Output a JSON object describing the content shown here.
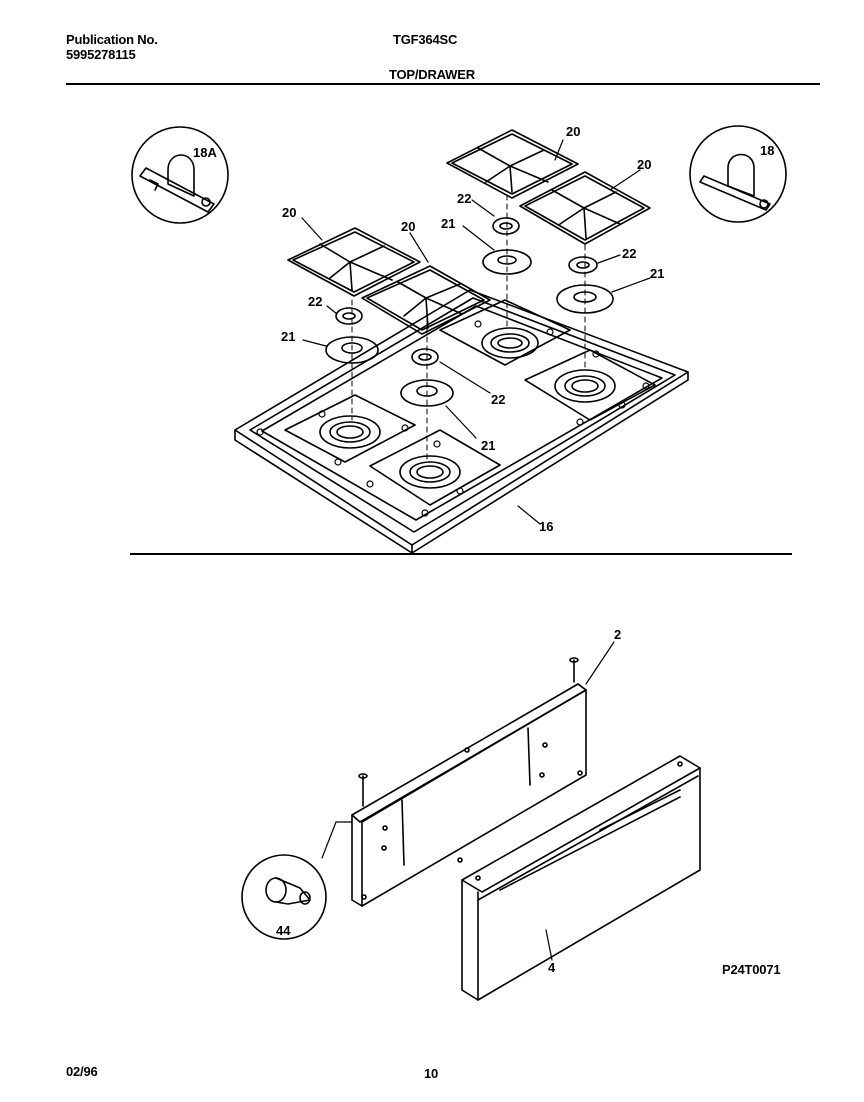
{
  "header": {
    "publication_label": "Publication No.",
    "publication_number": "5995278115",
    "model": "TGF364SC",
    "section_title": "TOP/DRAWER"
  },
  "footer": {
    "date": "02/96",
    "page_number": "10"
  },
  "figure_code": "P24T0071",
  "callouts": {
    "c18A": "18A",
    "c18": "18",
    "c20a": "20",
    "c20b": "20",
    "c20c": "20",
    "c20d": "20",
    "c21a": "21",
    "c21b": "21",
    "c21c": "21",
    "c21d": "21",
    "c22a": "22",
    "c22b": "22",
    "c22c": "22",
    "c22d": "22",
    "c16": "16",
    "c2": "2",
    "c44": "44",
    "c4": "4"
  }
}
